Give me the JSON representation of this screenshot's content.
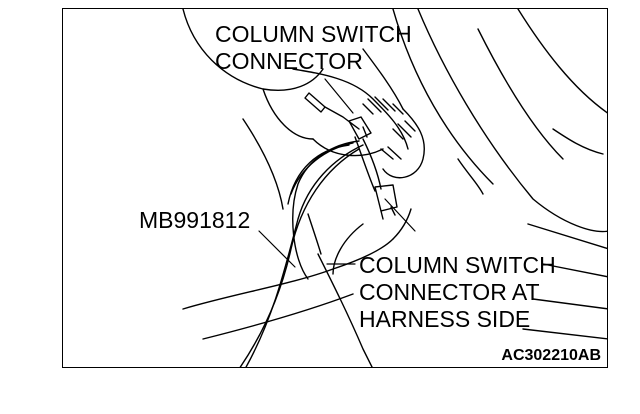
{
  "labels": {
    "column_switch_connector": [
      "COLUMN SWITCH",
      "CONNECTOR"
    ],
    "tool": "MB991812",
    "harness_side_connector": [
      "COLUMN SWITCH",
      "CONNECTOR AT",
      "HARNESS SIDE"
    ]
  },
  "figure_code": "AC302210AB"
}
